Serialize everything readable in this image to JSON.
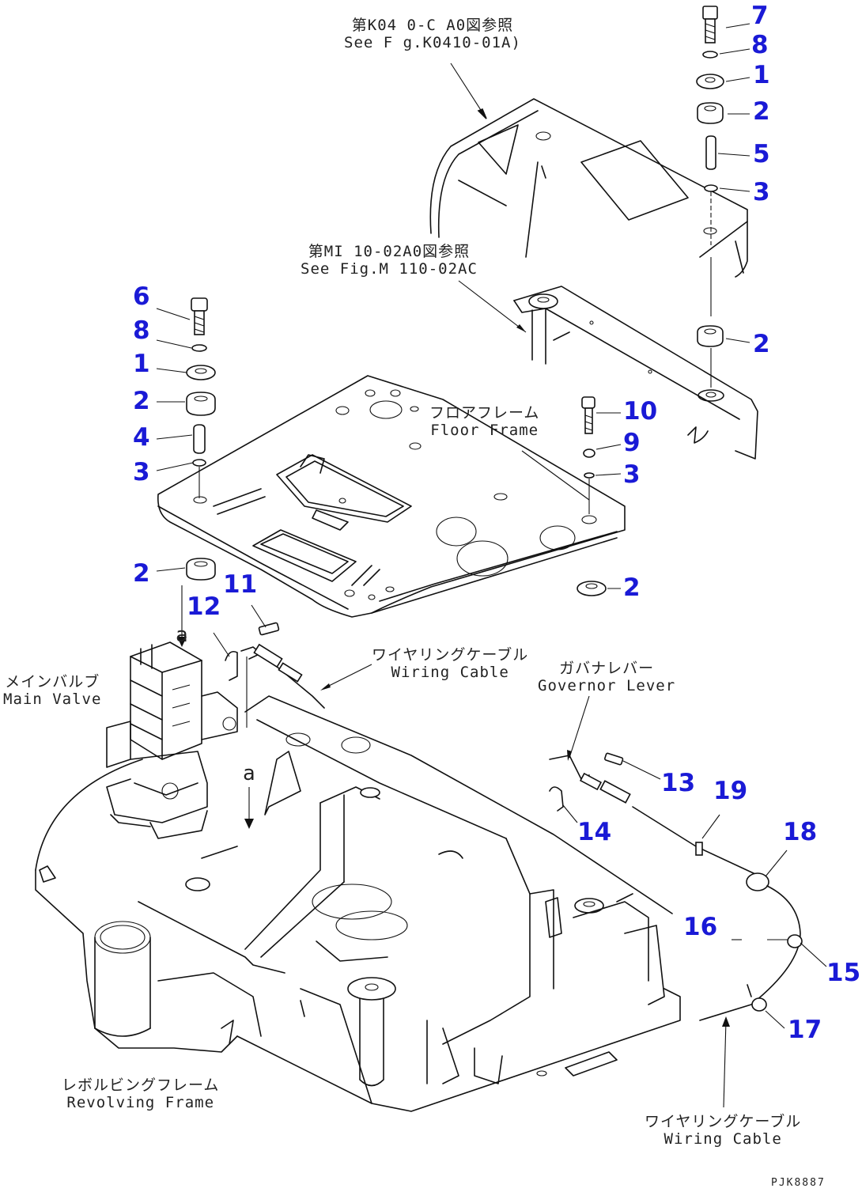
{
  "labels": {
    "frame_ref": {
      "jp": "第K04 0-C A0図参照",
      "en": "See F g.K0410-01A)"
    },
    "mount_ref": {
      "jp": "第MI 10-02A0図参照",
      "en": "See Fig.M 110-02AC"
    },
    "floor_frame": {
      "jp": "フロアフレーム",
      "en": "Floor Frame"
    },
    "main_valve": {
      "jp": "メインバルブ",
      "en": "Main Valve"
    },
    "wiring_cable_top": {
      "jp": "ワイヤリングケーブル",
      "en": "Wiring Cable"
    },
    "governor_lever": {
      "jp": "ガバナレバー",
      "en": "Governor Lever"
    },
    "revolving_frame": {
      "jp": "レボルビングフレーム",
      "en": "Revolving Frame"
    },
    "wiring_cable_bottom": {
      "jp": "ワイヤリングケーブル",
      "en": "Wiring Cable"
    }
  },
  "view_letters": [
    "a",
    "a"
  ],
  "drawing_code": "PJK8887",
  "callouts": [
    {
      "id": "c7a",
      "num": "7"
    },
    {
      "id": "c8a",
      "num": "8"
    },
    {
      "id": "c1a",
      "num": "1"
    },
    {
      "id": "c2a",
      "num": "2"
    },
    {
      "id": "c5",
      "num": "5"
    },
    {
      "id": "c3a",
      "num": "3"
    },
    {
      "id": "c2b",
      "num": "2"
    },
    {
      "id": "c6",
      "num": "6"
    },
    {
      "id": "c8b",
      "num": "8"
    },
    {
      "id": "c1b",
      "num": "1"
    },
    {
      "id": "c2c",
      "num": "2"
    },
    {
      "id": "c4",
      "num": "4"
    },
    {
      "id": "c3b",
      "num": "3"
    },
    {
      "id": "c10",
      "num": "10"
    },
    {
      "id": "c9",
      "num": "9"
    },
    {
      "id": "c3c",
      "num": "3"
    },
    {
      "id": "c2d",
      "num": "2"
    },
    {
      "id": "c2e",
      "num": "2"
    },
    {
      "id": "c11",
      "num": "11"
    },
    {
      "id": "c12",
      "num": "12"
    },
    {
      "id": "c13",
      "num": "13"
    },
    {
      "id": "c19",
      "num": "19"
    },
    {
      "id": "c14",
      "num": "14"
    },
    {
      "id": "c18",
      "num": "18"
    },
    {
      "id": "c16",
      "num": "16"
    },
    {
      "id": "c15",
      "num": "15"
    },
    {
      "id": "c17",
      "num": "17"
    }
  ]
}
